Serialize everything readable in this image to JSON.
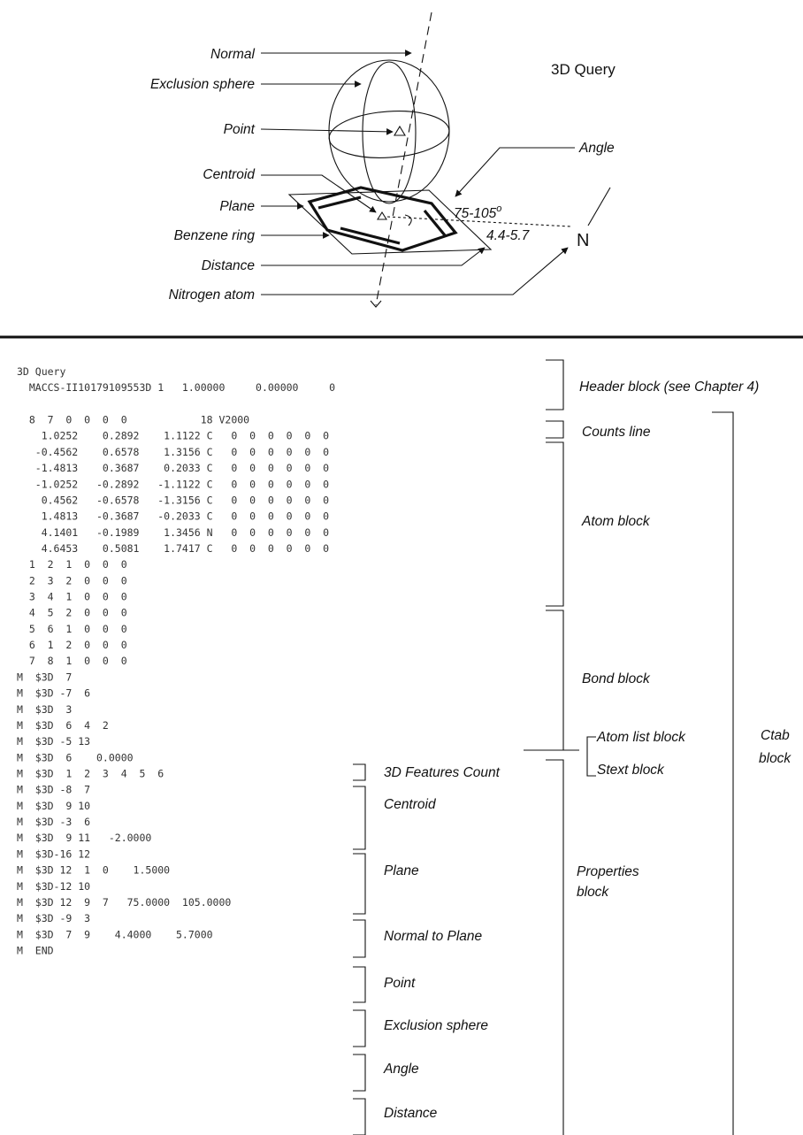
{
  "figure": {
    "title": "3D Query",
    "labels": {
      "normal": "Normal",
      "exclusion_sphere": "Exclusion sphere",
      "point": "Point",
      "centroid": "Centroid",
      "plane": "Plane",
      "benzene_ring": "Benzene ring",
      "distance": "Distance",
      "nitrogen_atom": "Nitrogen atom",
      "angle": "Angle",
      "angle_value": "75-105",
      "angle_degree": "o",
      "distance_value": "4.4-5.7",
      "nitrogen_symbol": "N"
    }
  },
  "molfile": {
    "lines": [
      "3D Query",
      "  MACCS-II10179109553D 1   1.00000     0.00000     0",
      "",
      "  8  7  0  0  0  0            18 V2000",
      "    1.0252    0.2892    1.1122 C   0  0  0  0  0  0",
      "   -0.4562    0.6578    1.3156 C   0  0  0  0  0  0",
      "   -1.4813    0.3687    0.2033 C   0  0  0  0  0  0",
      "   -1.0252   -0.2892   -1.1122 C   0  0  0  0  0  0",
      "    0.4562   -0.6578   -1.3156 C   0  0  0  0  0  0",
      "    1.4813   -0.3687   -0.2033 C   0  0  0  0  0  0",
      "    4.1401   -0.1989    1.3456 N   0  0  0  0  0  0",
      "    4.6453    0.5081    1.7417 C   0  0  0  0  0  0",
      "  1  2  1  0  0  0",
      "  2  3  2  0  0  0",
      "  3  4  1  0  0  0",
      "  4  5  2  0  0  0",
      "  5  6  1  0  0  0",
      "  6  1  2  0  0  0",
      "  7  8  1  0  0  0",
      "M  $3D  7",
      "M  $3D -7  6",
      "M  $3D  3",
      "M  $3D  6  4  2",
      "M  $3D -5 13",
      "M  $3D  6    0.0000",
      "M  $3D  1  2  3  4  5  6",
      "M  $3D -8  7",
      "M  $3D  9 10",
      "M  $3D -3  6",
      "M  $3D  9 11   -2.0000",
      "M  $3D-16 12",
      "M  $3D 12  1  0    1.5000",
      "M  $3D-12 10",
      "M  $3D 12  9  7   75.0000  105.0000",
      "M  $3D -9  3",
      "M  $3D  7  9    4.4000    5.7000",
      "M  END"
    ]
  },
  "annotations": {
    "header_block": "Header block (see Chapter 4)",
    "counts_line": "Counts line",
    "atom_block": "Atom block",
    "bond_block": "Bond block",
    "atom_list_block": "Atom list block",
    "stext_block": "Stext block",
    "ctab_block_1": "Ctab",
    "ctab_block_2": "block",
    "features_count": "3D Features Count",
    "centroid": "Centroid",
    "plane": "Plane",
    "normal_to_plane": "Normal to Plane",
    "point": "Point",
    "exclusion_sphere": "Exclusion sphere",
    "angle": "Angle",
    "distance": "Distance",
    "properties_block_1": "Properties",
    "properties_block_2": "block"
  }
}
